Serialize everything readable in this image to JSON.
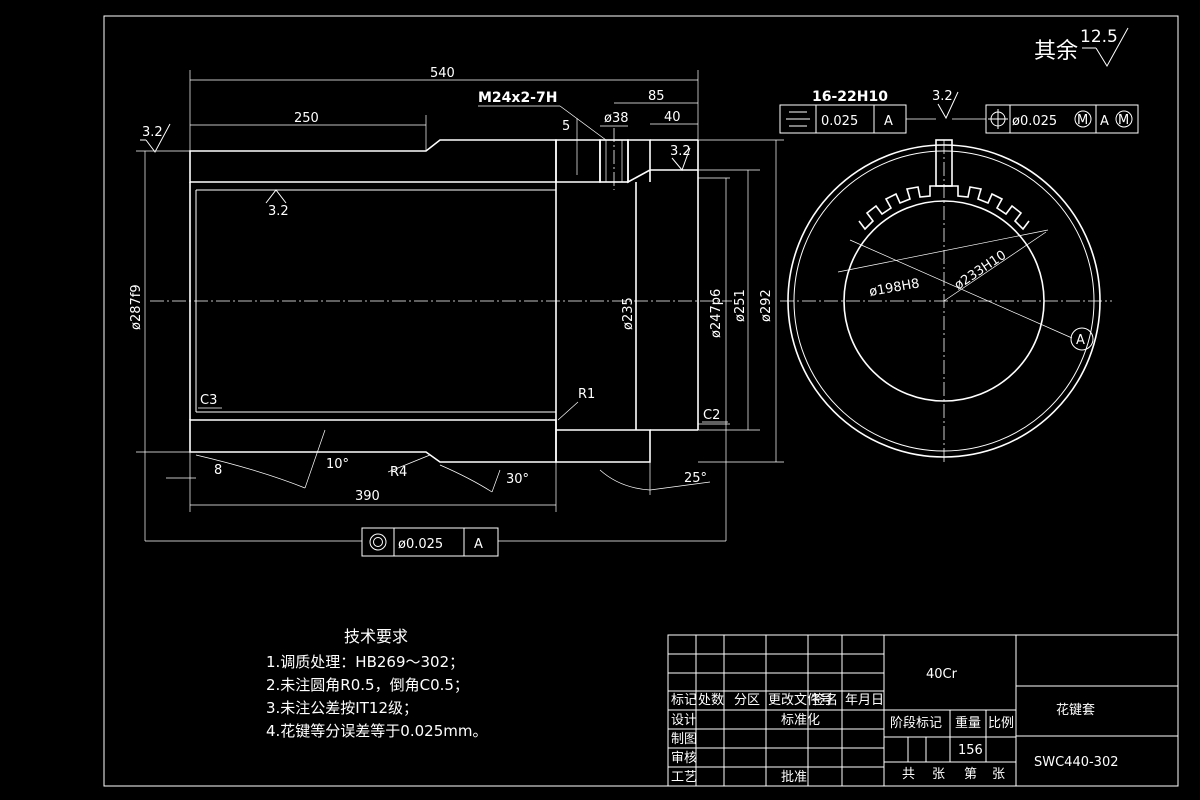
{
  "drawing": {
    "surface_roughness_note": {
      "prefix": "其余",
      "value": "12.5"
    },
    "dimensions": {
      "total_length": "540",
      "shoulder_length": "250",
      "thread": "M24x2-7H",
      "d85": "85",
      "d40": "40",
      "d38": "ø38",
      "d5": "5",
      "bore_length": "390",
      "d8": "8",
      "angle10": "10°",
      "r4": "R4",
      "angle30": "30°",
      "angle25": "25°",
      "r1": "R1",
      "c3": "C3",
      "c2": "C2",
      "od_287": "ø287f9",
      "d235": "ø235",
      "d247": "ø247p6",
      "d251": "ø251",
      "d292": "ø292",
      "d198": "ø198H8",
      "d233": "ø233H10"
    },
    "roughness_marks": [
      "3.2",
      "3.2",
      "3.2",
      "3.2"
    ],
    "spline": {
      "callout": "16-22H10",
      "tol_value": "0.025",
      "tol_datum": "A",
      "pos_tol": "ø0.025",
      "pos_mod": "M",
      "pos_datum": "A",
      "datum_label": "A"
    },
    "concentricity": {
      "value": "ø0.025",
      "datum": "A"
    },
    "tech_requirements": {
      "title": "技术要求",
      "items": [
        "1.调质处理：HB269～302；",
        "2.未注圆角R0.5，倒角C0.5；",
        "3.未注公差按IT12级；",
        "4.花键等分误差等于0.025mm。"
      ]
    },
    "title_block": {
      "material": "40Cr",
      "part_name": "花键套",
      "drawing_no": "SWC440-302",
      "weight": "156",
      "headers_row": [
        "标记",
        "处数",
        "分区",
        "更改文件号",
        "签名",
        "年月日"
      ],
      "rows": [
        "设计",
        "制图",
        "审核",
        "工艺"
      ],
      "standardize": "标准化",
      "approve": "批准",
      "stage_mark": "阶段标记",
      "weight_label": "重量",
      "scale_label": "比例",
      "sheets": [
        "共",
        "张",
        "第",
        "张"
      ]
    }
  }
}
